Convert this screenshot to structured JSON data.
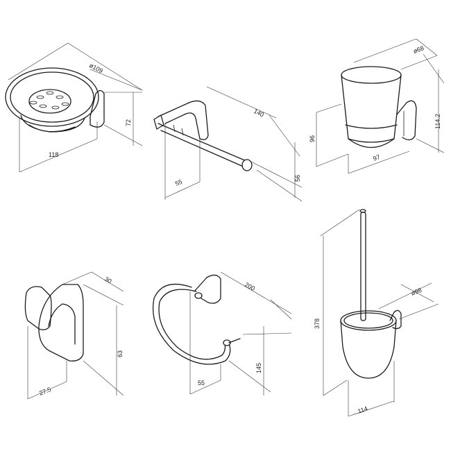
{
  "products": {
    "soap_dish": {
      "diameter": "ø109",
      "height": "72",
      "width": "118"
    },
    "paper_holder": {
      "length": "140",
      "depth": "55",
      "height": "56"
    },
    "tumbler_holder": {
      "diameter": "ø68",
      "total_height": "114.2",
      "glass_height": "96",
      "width": "97"
    },
    "robe_hook": {
      "depth": "30",
      "height": "63",
      "width": "27.5"
    },
    "towel_ring": {
      "width": "200",
      "depth": "55",
      "height": "145"
    },
    "toilet_brush": {
      "height": "378",
      "diameter": "ø98",
      "width": "114"
    }
  }
}
